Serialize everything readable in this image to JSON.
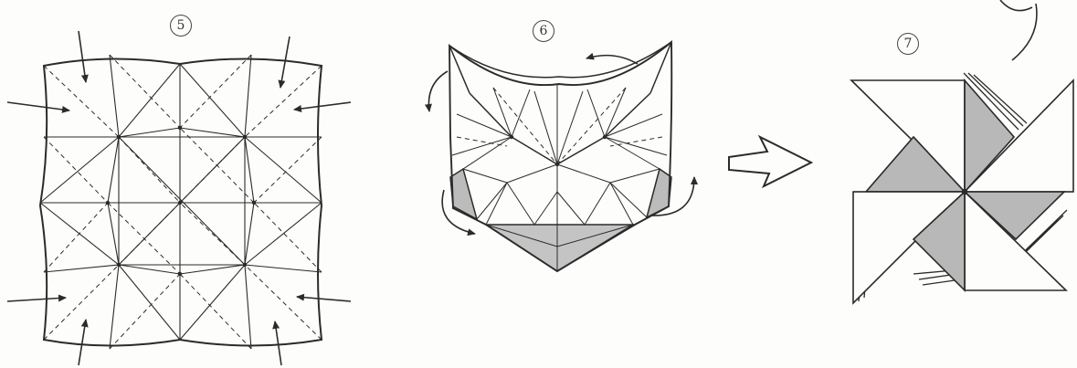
{
  "diagram": {
    "steps": [
      {
        "id": "step-5",
        "label": "5"
      },
      {
        "id": "step-6",
        "label": "6"
      },
      {
        "id": "step-7",
        "label": "7"
      }
    ],
    "colors": {
      "line": "#2b2b2b",
      "shade": "#bdbdbd",
      "paper": "#fdfdfb"
    }
  }
}
